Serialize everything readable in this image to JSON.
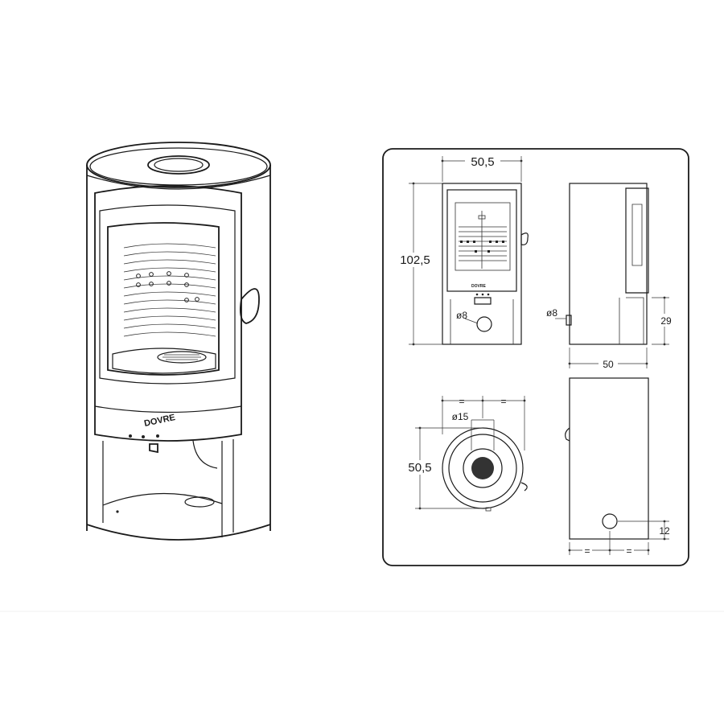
{
  "brand": {
    "logo_text": "DOVRE",
    "small_logo_text": "DOVRE"
  },
  "dimensions": {
    "front_width": "50,5",
    "height": "102,5",
    "pipe_front": "ø8",
    "side_pipe": "ø8",
    "side_pipe_height": "29",
    "depth": "50",
    "top_eq_left": "=",
    "top_eq_right": "=",
    "top_flue": "ø15",
    "top_depth": "50,5",
    "rear_offset": "12",
    "rear_eq_left": "=",
    "rear_eq_right": "="
  },
  "colors": {
    "line": "#1a1a1a",
    "background": "#ffffff",
    "panel_border": "#1a1a1a",
    "flue_fill": "#333333"
  }
}
